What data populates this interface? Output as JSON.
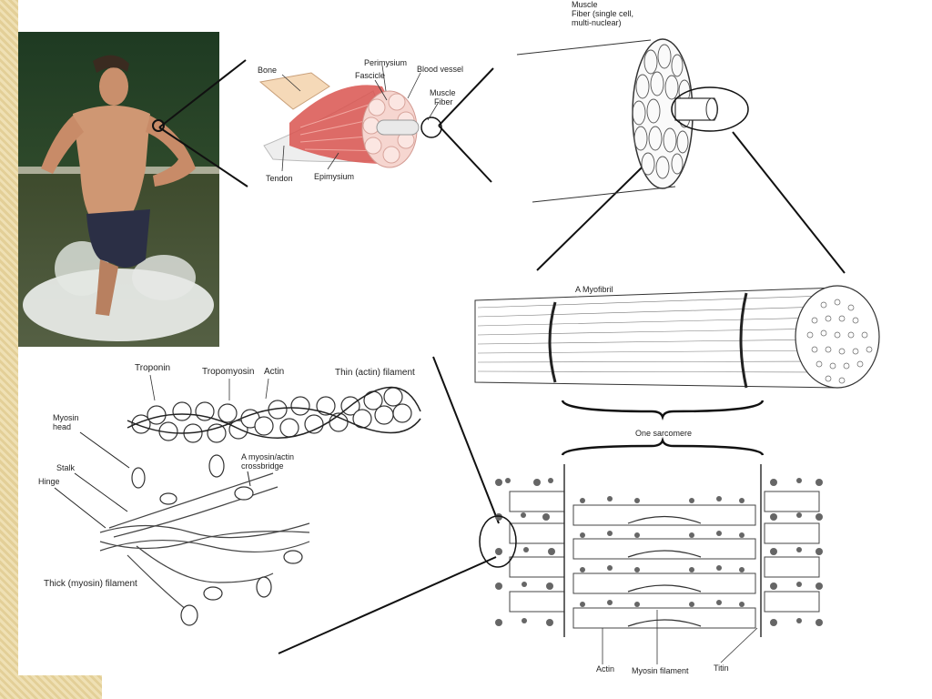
{
  "muscle_panel": {
    "labels": {
      "bone": "Bone",
      "fascicle": "Fascicle",
      "perimysium": "Perimysium",
      "blood_vessel": "Blood vessel",
      "muscle_fiber_line1": "Muscle",
      "muscle_fiber_line2": "Fiber",
      "tendon": "Tendon",
      "epimysium": "Epimysium"
    }
  },
  "fiber_panel": {
    "title_line1": "Muscle",
    "title_line2": "Fiber (single cell,",
    "title_line3": "multi-nuclear)"
  },
  "myofibril_panel": {
    "title": "A Myofibril"
  },
  "sarcomere_panel": {
    "title": "One sarcomere",
    "labels": {
      "actin": "Actin",
      "myosin_filament": "Myosin filament",
      "titin": "Titin"
    }
  },
  "filament_panel": {
    "labels": {
      "troponin": "Troponin",
      "tropomyosin": "Tropomyosin",
      "actin": "Actin",
      "thin_filament": "Thin (actin) filament",
      "myosin_head_line1": "Myosin",
      "myosin_head_line2": "head",
      "stalk": "Stalk",
      "hinge": "Hinge",
      "crossbridge_line1": "A myosin/actin",
      "crossbridge_line2": "crossbridge",
      "thick_filament": "Thick (myosin) filament"
    }
  },
  "colors": {
    "muscle_red": "#d9534f",
    "ink": "#222222",
    "border_gold": "#e3cf97"
  }
}
